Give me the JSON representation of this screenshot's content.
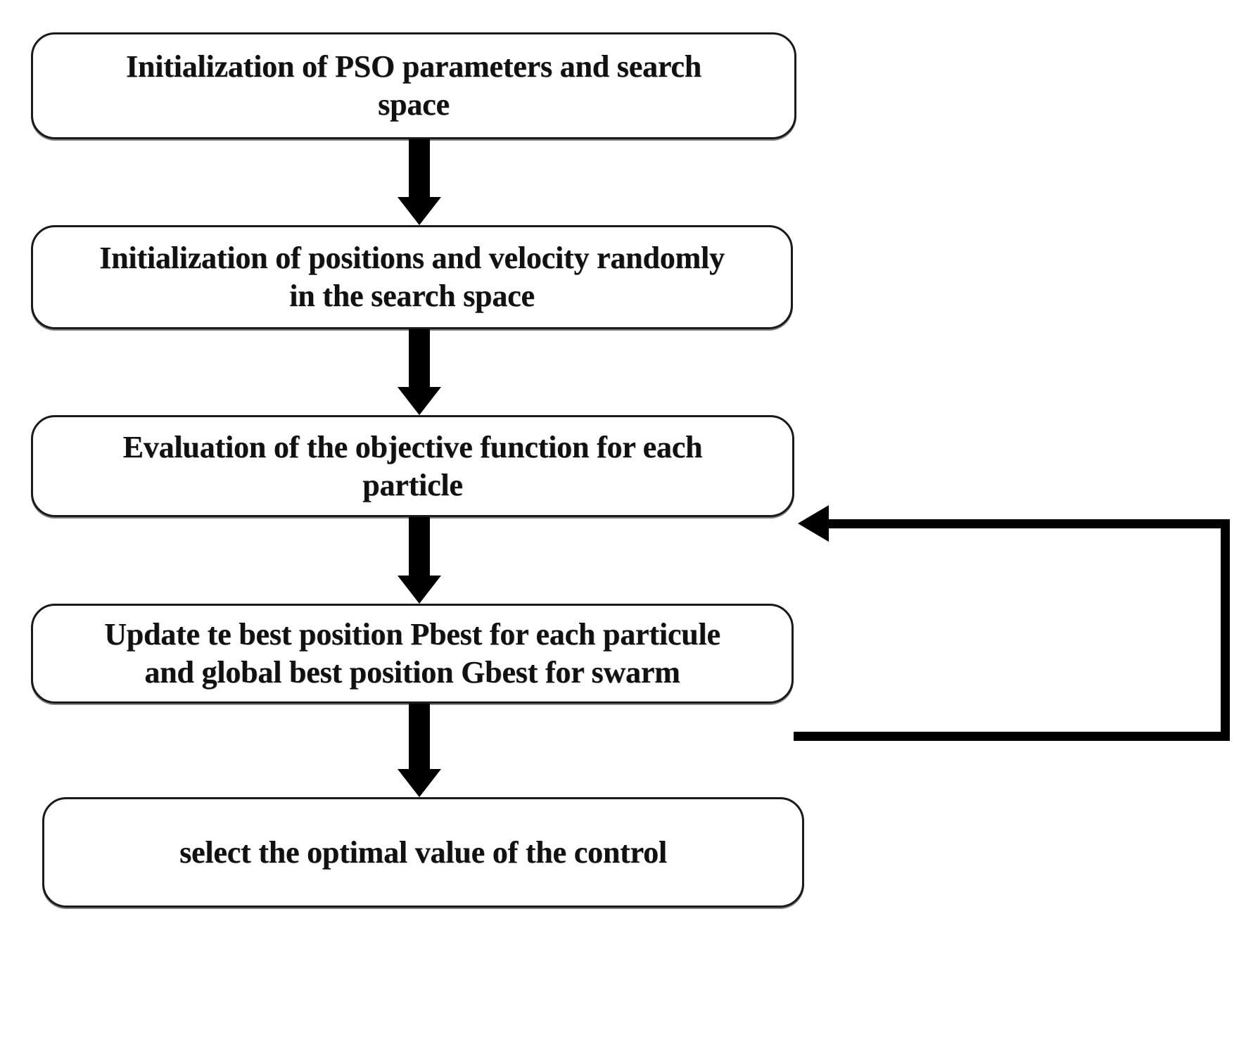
{
  "diagram": {
    "title": "PSO algorithm flowchart",
    "type": "flowchart",
    "background_color": "#ffffff",
    "stroke_color": "#000000",
    "text_color": "#111111",
    "nodes": [
      {
        "id": "init-params",
        "shape": "rounded-rectangle",
        "lines": [
          "Initialization of PSO parameters and search",
          "space"
        ],
        "text": "Initialization of PSO parameters and search space"
      },
      {
        "id": "init-positions",
        "shape": "rounded-rectangle",
        "lines": [
          "Initialization of positions and velocity randomly",
          "in the search space"
        ],
        "text": "Initialization of positions and velocity randomly in the search space"
      },
      {
        "id": "evaluate-objective",
        "shape": "rounded-rectangle",
        "lines": [
          "Evaluation of the objective function for each",
          "particle"
        ],
        "text": "Evaluation of the objective function for each particle"
      },
      {
        "id": "update-best",
        "shape": "rounded-rectangle",
        "lines": [
          "Update te best position Pbest for each particule",
          "and global best position Gbest for swarm"
        ],
        "text": "Update te best position Pbest for each particule and global best position Gbest for swarm"
      },
      {
        "id": "select-optimal",
        "shape": "rounded-rectangle",
        "lines": [
          "select the optimal value of the control"
        ],
        "text": "select the optimal value of the control"
      }
    ],
    "connectors": [
      {
        "id": "c1",
        "from": "init-params",
        "to": "init-positions",
        "style": "solid-thick-down-arrow"
      },
      {
        "id": "c2",
        "from": "init-positions",
        "to": "evaluate-objective",
        "style": "solid-thick-down-arrow"
      },
      {
        "id": "c3",
        "from": "evaluate-objective",
        "to": "update-best",
        "style": "solid-thick-down-arrow"
      },
      {
        "id": "c4",
        "from": "update-best",
        "to": "select-optimal",
        "style": "solid-thick-down-arrow"
      },
      {
        "id": "c5",
        "from": "update-best",
        "to": "evaluate-objective",
        "style": "feedback-loop-right-arrow"
      }
    ]
  }
}
